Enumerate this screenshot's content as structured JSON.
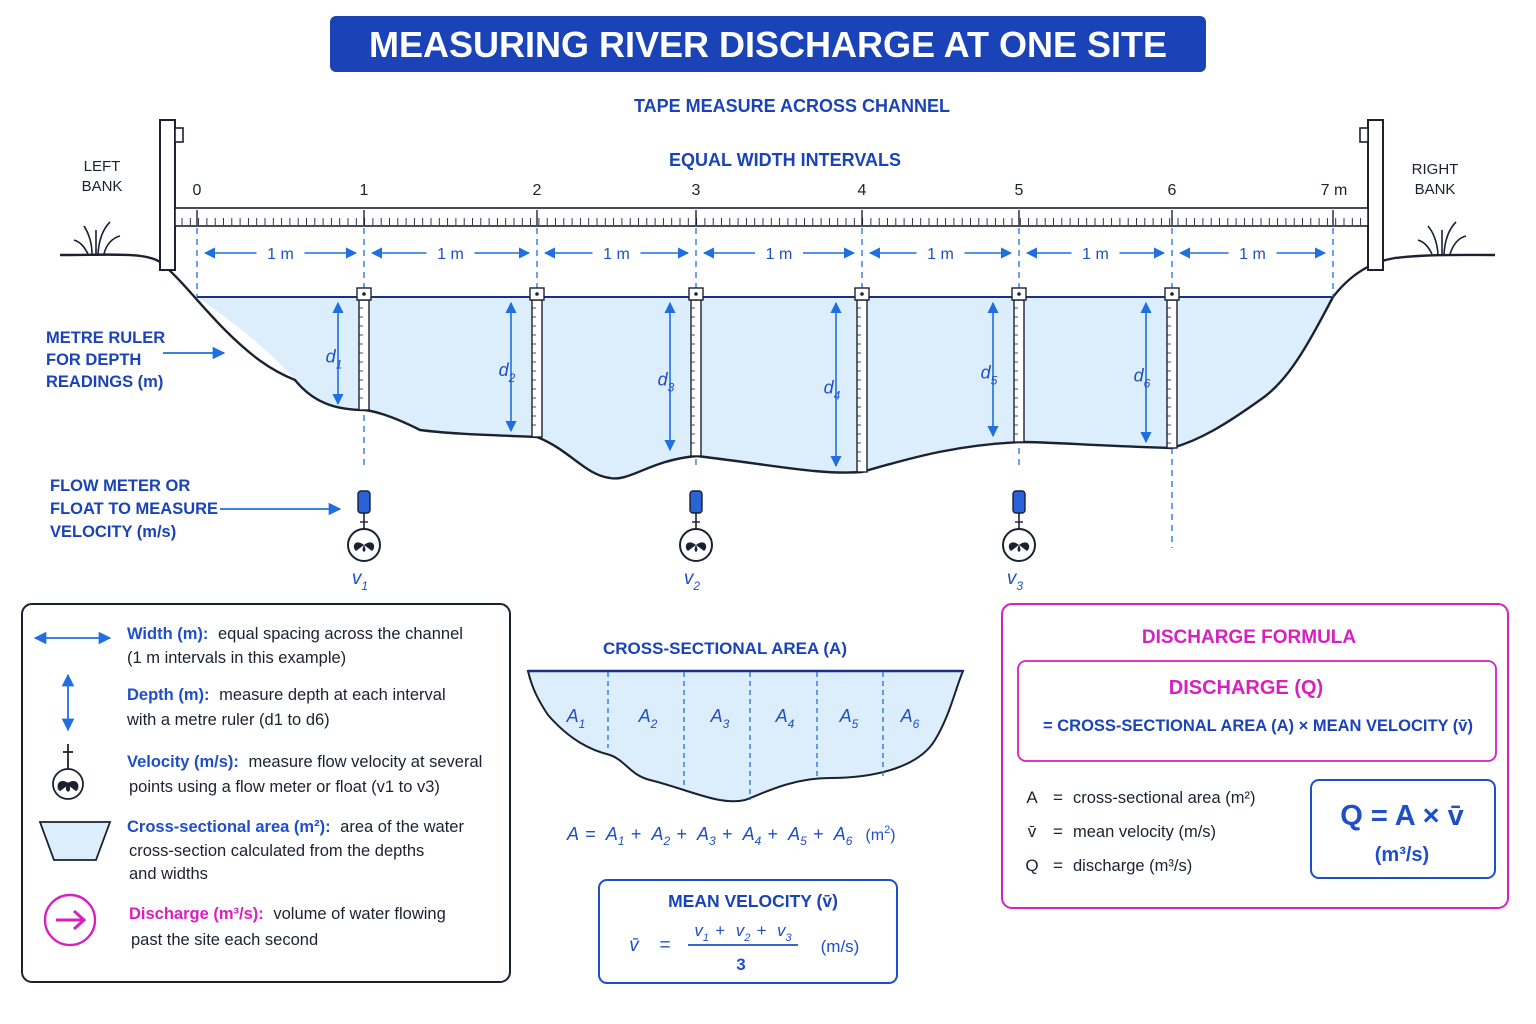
{
  "title": "MEASURING RIVER DISCHARGE AT ONE SITE",
  "tape_label": "TAPE MEASURE ACROSS CHANNEL",
  "interval_label": "EQUAL WIDTH INTERVALS",
  "left_bank": [
    "LEFT",
    "BANK"
  ],
  "right_bank": [
    "RIGHT",
    "BANK"
  ],
  "tape_ticks": [
    "0",
    "1",
    "2",
    "3",
    "4",
    "5",
    "6",
    "7 m"
  ],
  "interval_width_label": "1 m",
  "depth_labels": [
    {
      "sym": "d",
      "sub": "1"
    },
    {
      "sym": "d",
      "sub": "2"
    },
    {
      "sym": "d",
      "sub": "3"
    },
    {
      "sym": "d",
      "sub": "4"
    },
    {
      "sym": "d",
      "sub": "5"
    },
    {
      "sym": "d",
      "sub": "6"
    }
  ],
  "velocity_labels": [
    {
      "sym": "v",
      "sub": "1"
    },
    {
      "sym": "v",
      "sub": "2"
    },
    {
      "sym": "v",
      "sub": "3"
    }
  ],
  "ruler_callout": [
    "METRE RULER",
    "FOR DEPTH",
    "READINGS (m)"
  ],
  "meter_callout": [
    "FLOW METER OR",
    "FLOAT TO MEASURE",
    "VELOCITY (m/s)"
  ],
  "legend": [
    {
      "key": "width",
      "term": "Width (m):",
      "desc": [
        "equal spacing across the channel",
        "(1 m intervals in this example)"
      ]
    },
    {
      "key": "depth",
      "term": "Depth (m):",
      "desc": [
        "measure depth at each interval",
        "with a metre ruler (d1 to d6)"
      ]
    },
    {
      "key": "velocity",
      "term": "Velocity (m/s):",
      "desc": [
        "measure flow velocity at several",
        "points using a flow meter or float (v1 to v3)"
      ]
    },
    {
      "key": "area",
      "term": "Cross-sectional area (m²):",
      "desc": [
        "area of the water",
        "cross-section calculated from the depths",
        "and widths"
      ]
    },
    {
      "key": "discharge",
      "term": "Discharge (m³/s):",
      "desc": [
        "volume of water flowing",
        "past the site each second"
      ]
    }
  ],
  "area_title": "CROSS-SECTIONAL AREA (A)",
  "area_segments": [
    {
      "sym": "A",
      "sub": "1"
    },
    {
      "sym": "A",
      "sub": "2"
    },
    {
      "sym": "A",
      "sub": "3"
    },
    {
      "sym": "A",
      "sub": "4"
    },
    {
      "sym": "A",
      "sub": "5"
    },
    {
      "sym": "A",
      "sub": "6"
    }
  ],
  "area_formula": "A = A1 + A2 + A3 + A4 + A5 + A6 (m²)",
  "mean_velocity": {
    "title": "MEAN VELOCITY (v̄)",
    "lhs": "v̄",
    "numerator": "v1 + v2 + v3",
    "denominator": "3",
    "unit": "(m/s)"
  },
  "formula_box": {
    "title": "DISCHARGE FORMULA",
    "discharge_label": "DISCHARGE (Q)",
    "equation": "= CROSS-SECTIONAL AREA (A) × MEAN VELOCITY (v̄)",
    "definitions": [
      {
        "sym": "A",
        "desc": "cross-sectional area (m²)"
      },
      {
        "sym": "v̄",
        "desc": "mean velocity (m/s)"
      },
      {
        "sym": "Q",
        "desc": "discharge (m³/s)"
      }
    ],
    "main_formula": "Q = A × v̄",
    "main_unit": "(m³/s)"
  },
  "colors": {
    "title_bg": "#1b43b8",
    "navy": "#1a2f86",
    "blue": "#1f6fe0",
    "water": "#dceefb",
    "magenta": "#d81fbf",
    "ink": "#1b2130"
  }
}
